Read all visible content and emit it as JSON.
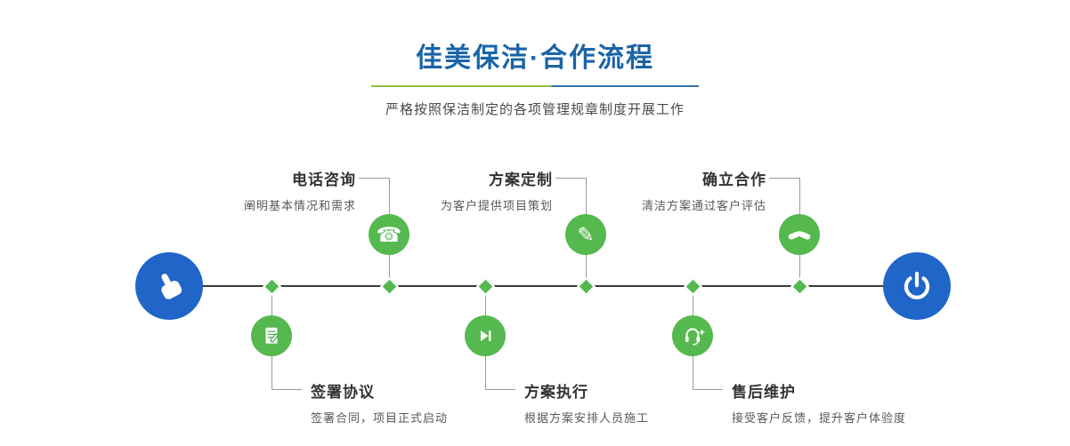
{
  "header": {
    "title": "佳美保洁·合作流程",
    "subtitle": "严格按照保洁制定的各项管理规章制度开展工作"
  },
  "colors": {
    "title_blue": "#1a64a7",
    "accent_green": "#55b94f",
    "node_blue": "#2065c8",
    "divider_green": "#8cbf3f",
    "divider_blue": "#3372a6",
    "timeline_line": "#3b3b3b"
  },
  "timeline": {
    "start_icon": "pointing-hand-icon",
    "end_icon": "power-icon"
  },
  "steps_top": [
    {
      "title": "电话咨询",
      "desc": "阐明基本情况和需求",
      "icon": "phone-icon"
    },
    {
      "title": "方案定制",
      "desc": "为客户提供项目策划",
      "icon": "pencil-icon"
    },
    {
      "title": "确立合作",
      "desc": "清洁方案通过客户评估",
      "icon": "handshake-icon"
    }
  ],
  "steps_bottom": [
    {
      "title": "签署协议",
      "desc": "签署合同，项目正式启动",
      "icon": "document-icon"
    },
    {
      "title": "方案执行",
      "desc": "根据方案安排人员施工",
      "icon": "play-icon"
    },
    {
      "title": "售后维护",
      "desc": "接受客户反馈，提升客户体验度",
      "icon": "headset-icon"
    }
  ]
}
